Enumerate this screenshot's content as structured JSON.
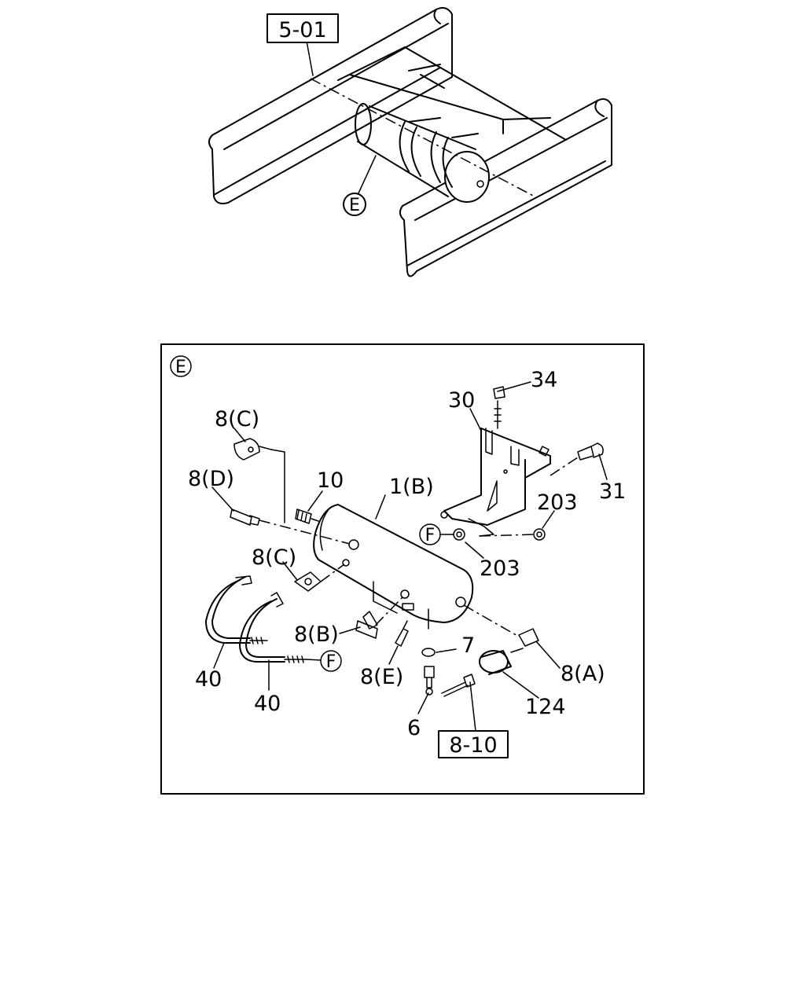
{
  "overview": {
    "ref_box": "5-01",
    "callout": "E"
  },
  "detail": {
    "view_marker": "E",
    "ref_box": "8-10",
    "flag_marker": "F",
    "labels": {
      "p34": "34",
      "p30": "30",
      "p31": "31",
      "p203a": "203",
      "p203b": "203",
      "p8c_top": "8(C)",
      "p8d": "8(D)",
      "p10": "10",
      "p1b": "1(B)",
      "p8c_mid": "8(C)",
      "p8b": "8(B)",
      "p8e": "8(E)",
      "p7": "7",
      "p8a": "8(A)",
      "p124": "124",
      "p6": "6",
      "p40a": "40",
      "p40b": "40"
    }
  }
}
